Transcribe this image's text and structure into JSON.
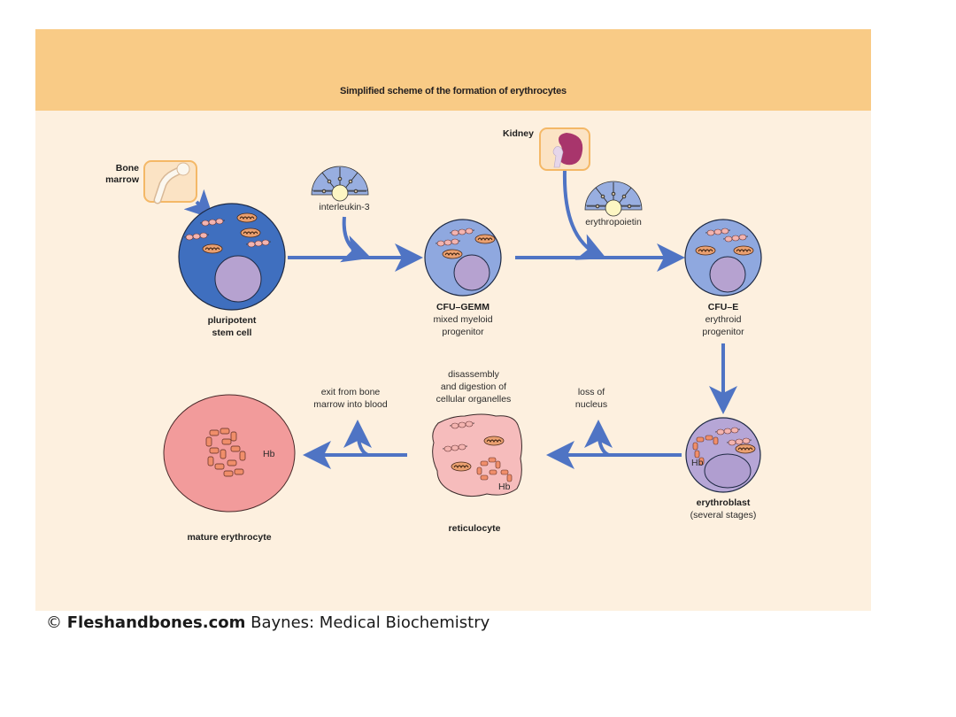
{
  "title": "Simplified scheme of the formation of erythrocytes",
  "colors": {
    "header_band": "#f9cb86",
    "panel_background": "#fdf0df",
    "arrow": "#4f74c4",
    "stem_cell": "#3f6fbf",
    "progenitor_cell": "#8fa8df",
    "erythroblast": "#b6a6d6",
    "nucleus": "#b6a2d0",
    "reticulocyte": "#f6bcbc",
    "erythrocyte": "#f29b9b",
    "hemoglobin": "#f08e6a"
  },
  "sources": {
    "bone_marrow": {
      "label_line1": "Bone",
      "label_line2": "marrow",
      "icon": "femur-bone-icon"
    },
    "kidney": {
      "label": "Kidney",
      "icon": "kidney-icon"
    }
  },
  "growth_factors": {
    "interleukin": {
      "label": "interleukin-3",
      "icon": "receptor-icon"
    },
    "erythropoietin": {
      "label": "erythropoietin",
      "icon": "receptor-icon"
    }
  },
  "cells": {
    "stem": {
      "name_line1": "pluripotent",
      "name_line2": "stem cell"
    },
    "cfu_gemm": {
      "name": "CFU–GEMM",
      "desc_line1": "mixed myeloid",
      "desc_line2": "progenitor"
    },
    "cfu_e": {
      "name": "CFU–E",
      "desc_line1": "erythroid",
      "desc_line2": "progenitor"
    },
    "erythroblast": {
      "name": "erythroblast",
      "desc": "(several stages)",
      "hb": "Hb"
    },
    "reticulocyte": {
      "name": "reticulocyte",
      "hb": "Hb"
    },
    "erythrocyte": {
      "name": "mature erythrocyte",
      "hb": "Hb"
    }
  },
  "annotations": {
    "loss_of_nucleus_line1": "loss of",
    "loss_of_nucleus_line2": "nucleus",
    "disassembly_line1": "disassembly",
    "disassembly_line2": "and digestion of",
    "disassembly_line3": "cellular organelles",
    "exit_line1": "exit from bone",
    "exit_line2": "marrow into blood"
  },
  "footer": {
    "copyright": "© ",
    "brand": "Fleshandbones.com",
    "source": " Baynes: Medical Biochemistry"
  }
}
